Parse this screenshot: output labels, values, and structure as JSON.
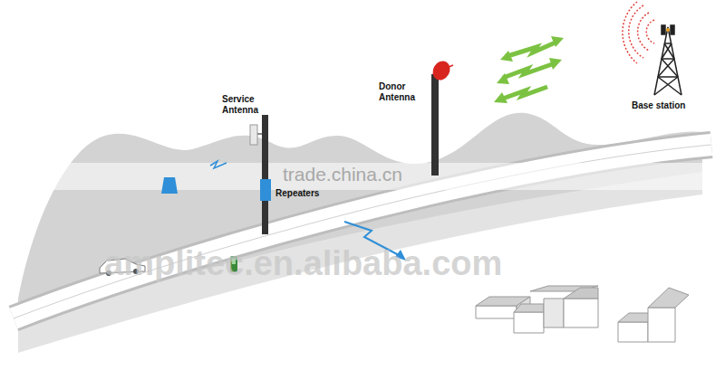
{
  "diagram": {
    "labels": [
      "Service Antenna",
      "Donor Antenna",
      "Repeaters",
      "Base station",
      "trade.china.cn",
      "amplitec.en.alibaba.com"
    ]
  }
}
